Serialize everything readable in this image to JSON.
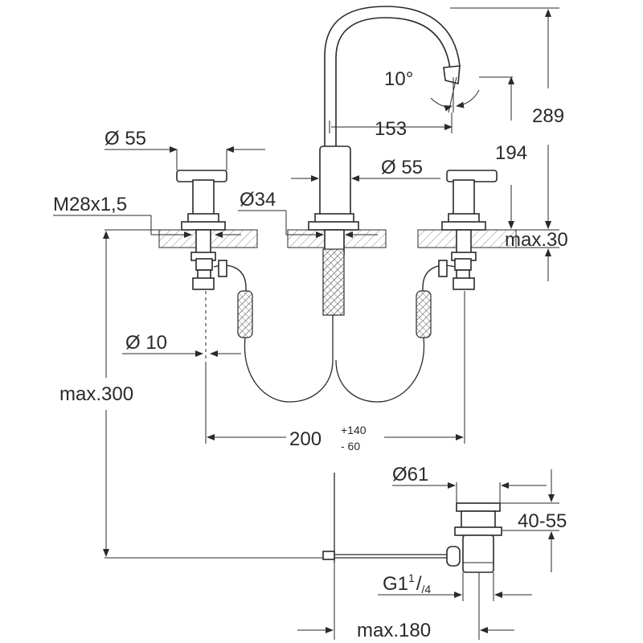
{
  "labels": {
    "d55_left": "Ø 55",
    "d55_center": "Ø 55",
    "thread": "M28x1,5",
    "d34": "Ø34",
    "angle": "10°",
    "reach": "153",
    "height_194": "194",
    "height_289": "289",
    "max30": "max.30",
    "d10": "Ø 10",
    "max300": "max.300",
    "spacing_200": "200",
    "spacing_plus": "+140",
    "spacing_minus": "- 60",
    "d61": "Ø61",
    "range_40_55": "40-55",
    "g_thread": "G1",
    "g_sup": "1",
    "g_sub": "/4",
    "max180": "max.180"
  }
}
